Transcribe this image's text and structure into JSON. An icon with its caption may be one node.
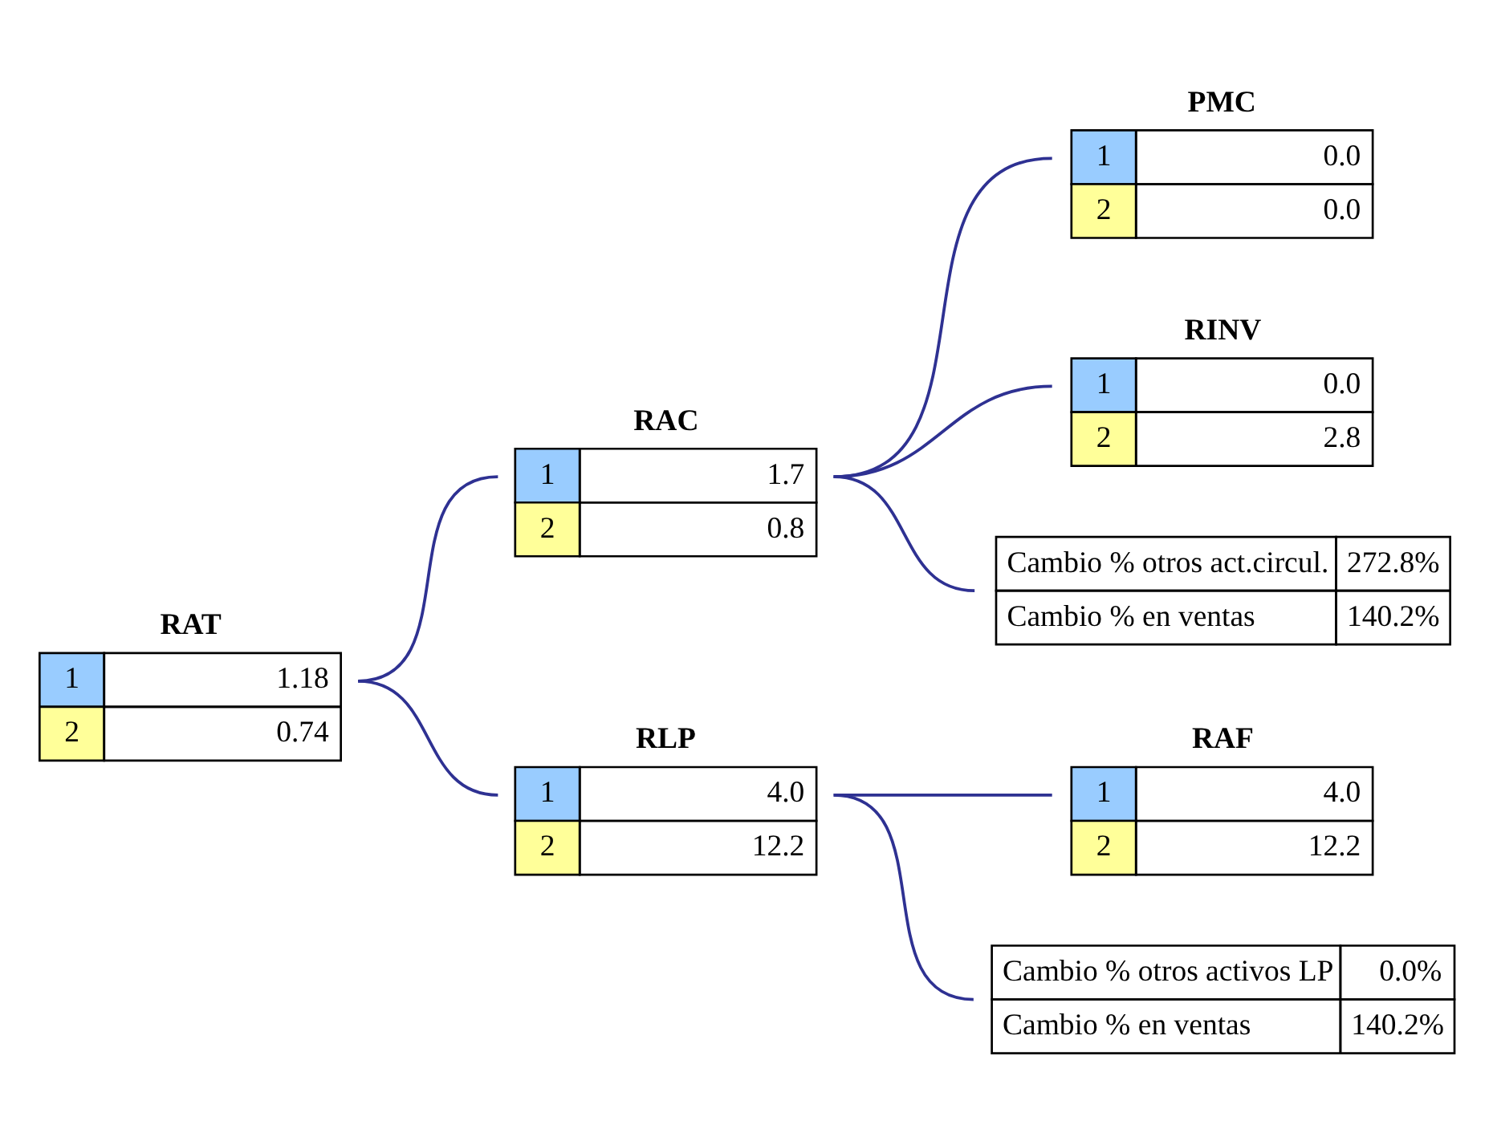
{
  "diagram": {
    "nodes": [
      {
        "text": [
          "RAT",
          "1",
          "1.18",
          "2",
          "0.74"
        ]
      },
      {
        "text": [
          "RAC",
          "1",
          "1.7",
          "2",
          "0.8"
        ]
      },
      {
        "text": [
          "RLP",
          "1",
          "4.0",
          "2",
          "12.2"
        ]
      },
      {
        "text": [
          "PMC",
          "1",
          "0.0",
          "2",
          "0.0"
        ]
      },
      {
        "text": [
          "RINV",
          "1",
          "0.0",
          "2",
          "2.8"
        ]
      },
      {
        "text": [
          "Cambio % otros act.circul.",
          "272.8%",
          "Cambio % en ventas",
          "140.2%"
        ]
      },
      {
        "text": [
          "RAF",
          "1",
          "4.0",
          "2",
          "12.2"
        ]
      },
      {
        "text": [
          "Cambio % otros activos LP",
          "0.0%",
          "Cambio % en ventas",
          "140.2%"
        ]
      }
    ],
    "edges": [
      {
        "from": 0,
        "to": 1,
        "arrow": "none"
      },
      {
        "from": 0,
        "to": 2,
        "arrow": "none"
      },
      {
        "from": 1,
        "to": 3,
        "arrow": "none"
      },
      {
        "from": 1,
        "to": 4,
        "arrow": "none"
      },
      {
        "from": 1,
        "to": 5,
        "arrow": "none"
      },
      {
        "from": 2,
        "to": 6,
        "arrow": "none"
      },
      {
        "from": 2,
        "to": 7,
        "arrow": "none"
      }
    ]
  }
}
